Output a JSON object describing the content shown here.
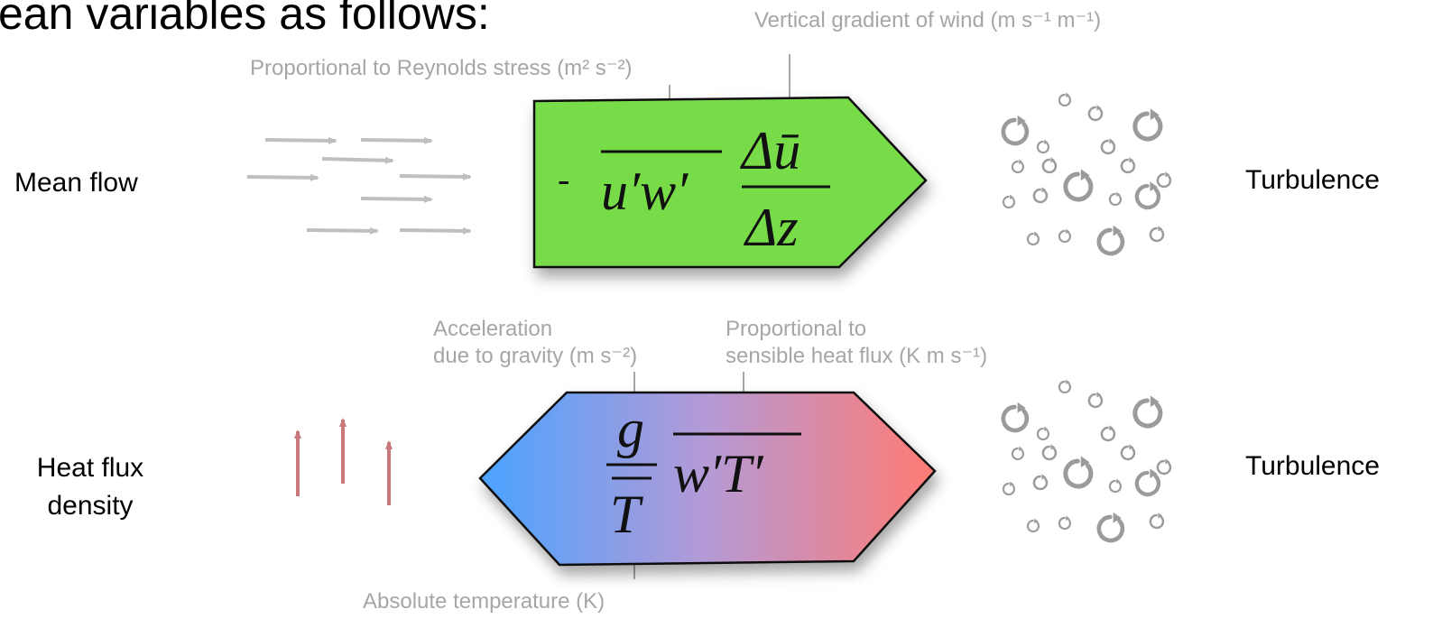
{
  "heading": "ean variables as follows:",
  "rows": {
    "mean_flow": {
      "label": "Mean flow",
      "result": "Turbulence",
      "annotation_top_left": "Proportional to Reynolds stress (m² s⁻²)",
      "annotation_top_right": "Vertical gradient of wind (m s⁻¹ m⁻¹)",
      "formula": {
        "sign": "-",
        "covariance": "u′w′",
        "numerator": "Δū",
        "denominator": "Δz"
      }
    },
    "heat_flux": {
      "label_line1": "Heat flux",
      "label_line2": "density",
      "result": "Turbulence",
      "annotation_gravity_line1": "Acceleration",
      "annotation_gravity_line2": "due to gravity (m s⁻²)",
      "annotation_heat_line1": "Proportional to",
      "annotation_heat_line2": "sensible heat flux (K m s⁻¹)",
      "annotation_bottom": "Absolute temperature (K)",
      "formula": {
        "numerator": "g",
        "denominator": "T",
        "covariance": "w′T′"
      }
    }
  },
  "colors": {
    "mean_flow_box": "#78dc48",
    "heat_box_left": "#4aa3ff",
    "heat_box_mid": "#b59ad6",
    "heat_box_right": "#ff7b73",
    "wind_arrows": "#bfbfbf",
    "heat_arrows": "#c87878",
    "eddies": "#9b9b9b",
    "annotation_text": "#a6a6a6"
  },
  "icons": {
    "wind": "wind-arrows-icon",
    "heat": "heat-flux-arrows-icon",
    "turbulence": "turbulence-eddies-icon"
  }
}
